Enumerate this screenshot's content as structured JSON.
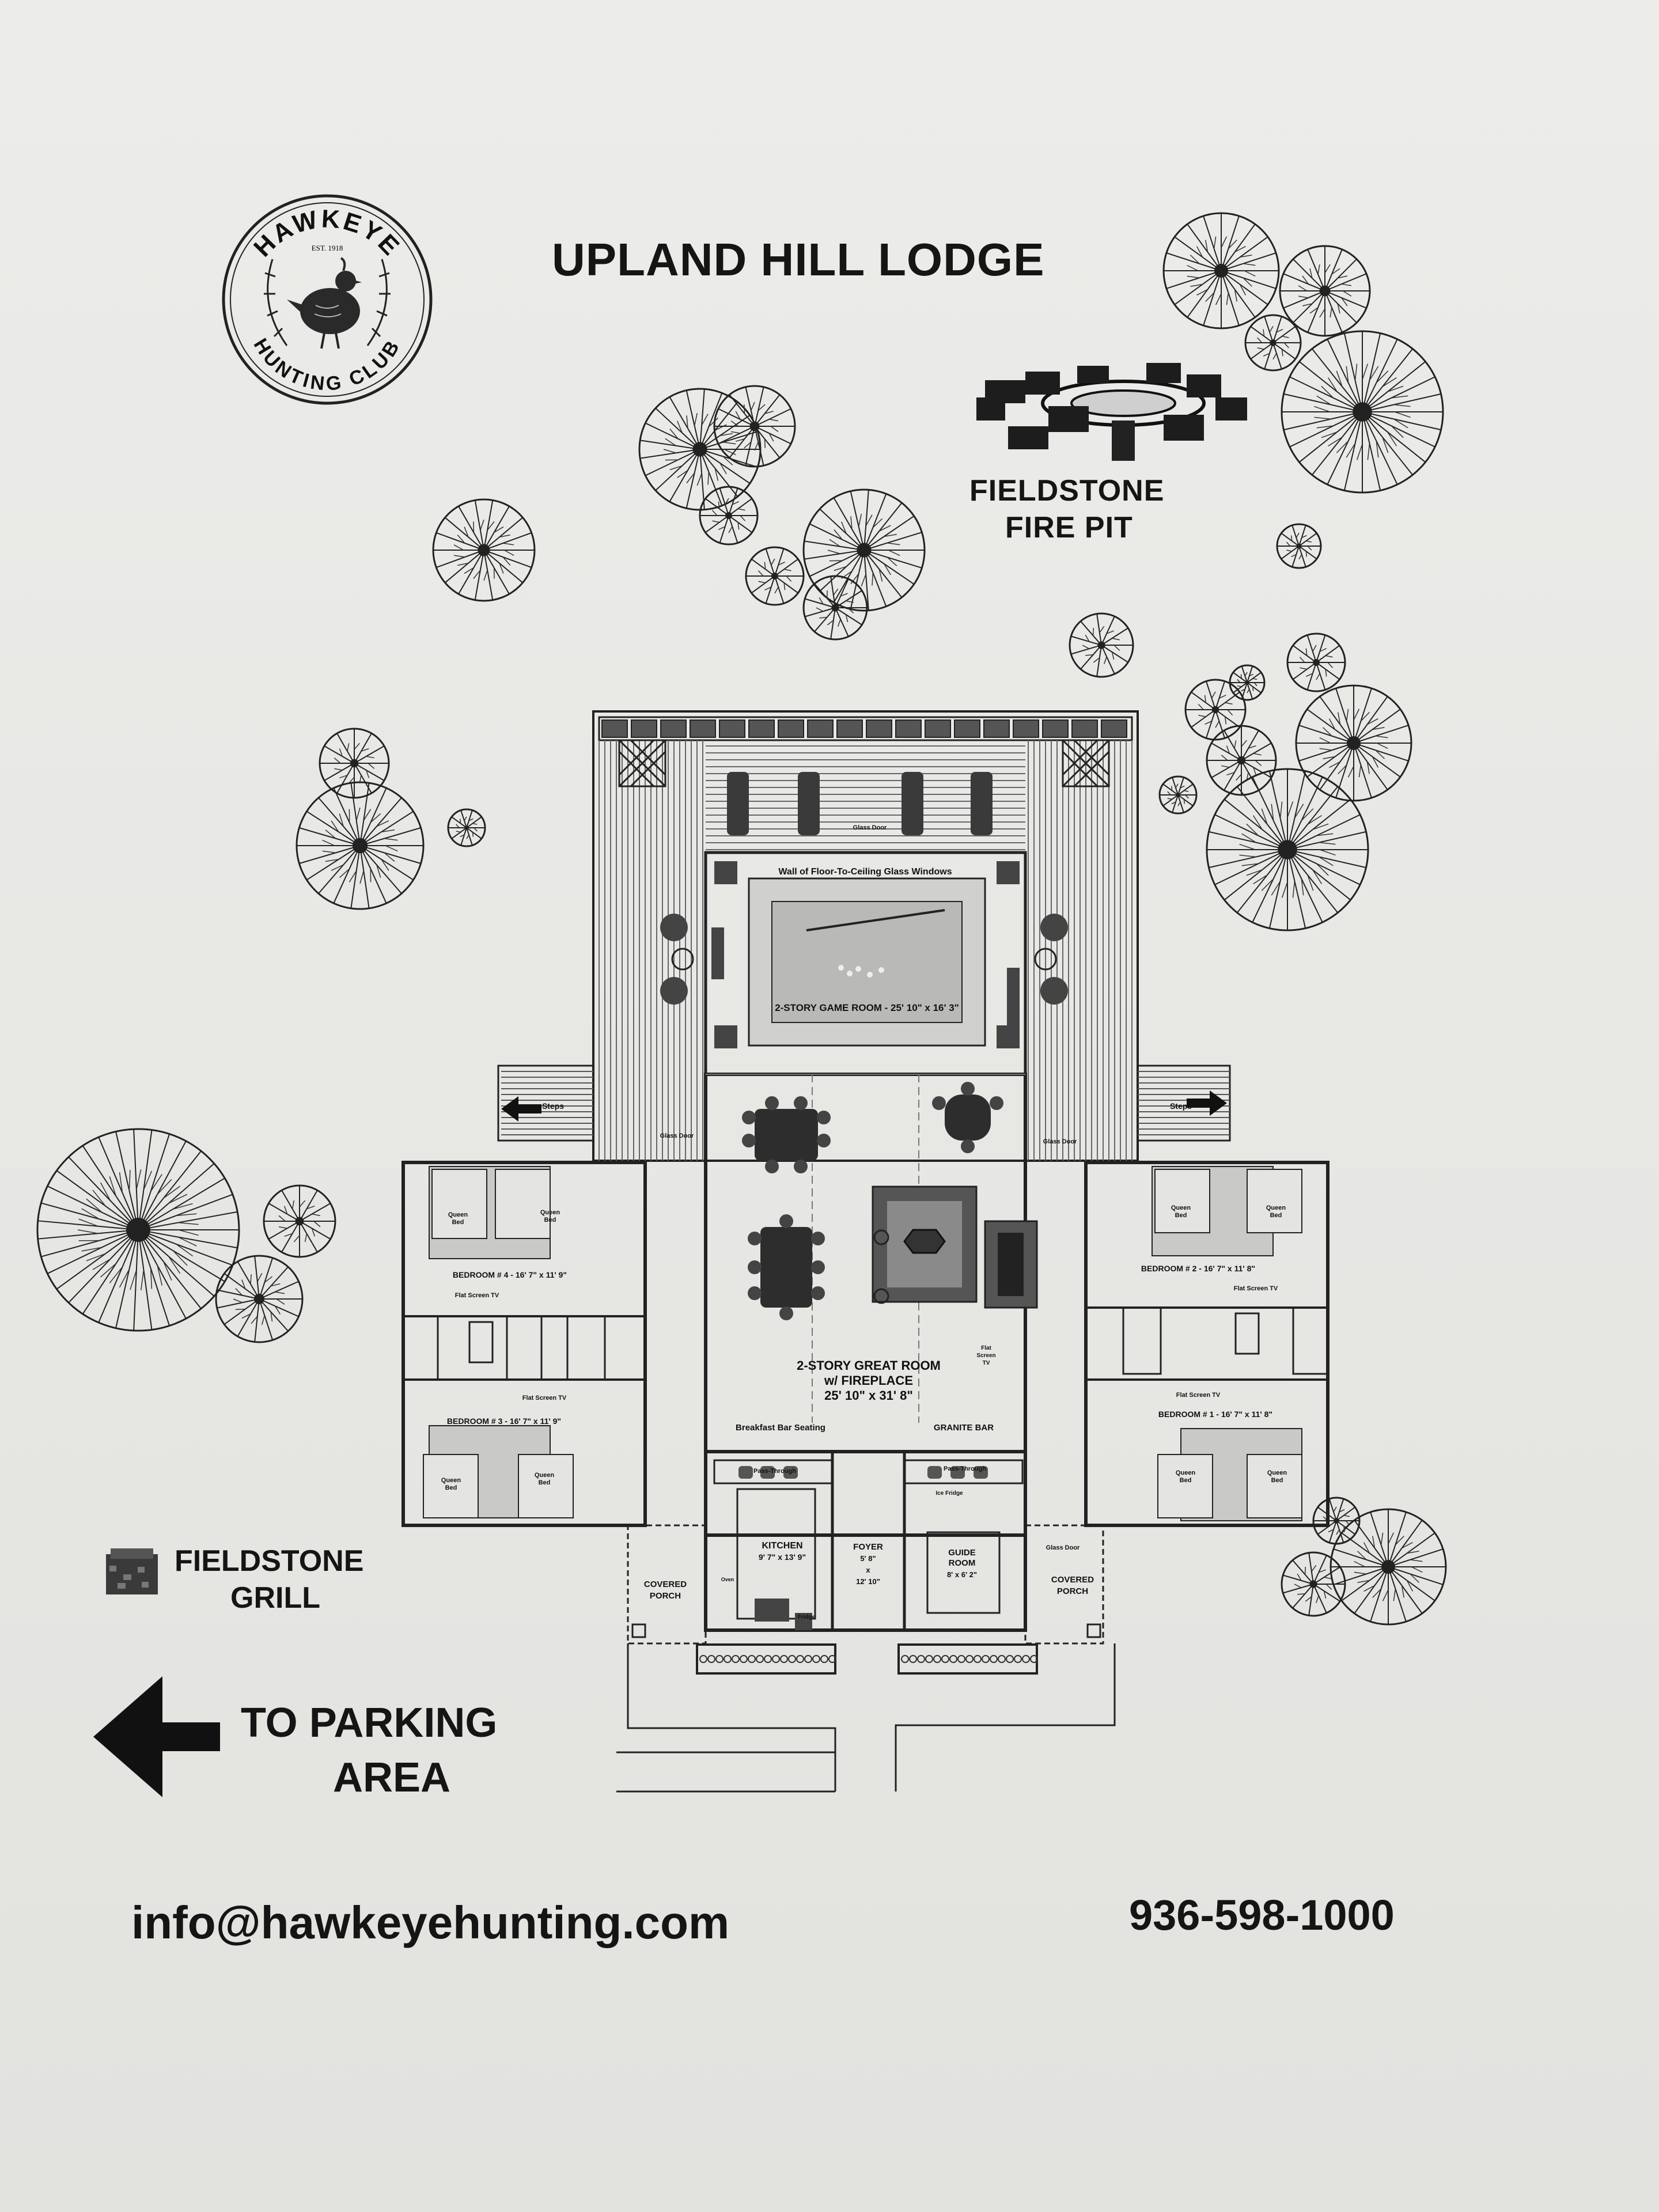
{
  "title": "UPLAND HILL LODGE",
  "logo": {
    "top": "HAWKEYE",
    "est": "EST. 1918",
    "bottom": "HUNTING CLUB",
    "icon": "quail-emblem"
  },
  "fire_pit": {
    "line1": "FIELDSTONE",
    "line2": "FIRE PIT",
    "icon": "patio-chairs-firepit"
  },
  "grill": {
    "line1": "FIELDSTONE",
    "line2": "GRILL",
    "icon": "grill-icon"
  },
  "parking": {
    "line1": "TO PARKING",
    "line2": "AREA",
    "icon": "left-arrow-icon"
  },
  "contact": {
    "email": "info@hawkeyehunting.com",
    "phone": "936-598-1000"
  },
  "plan": {
    "game_room": "2-STORY GAME ROOM - 25' 10\" x 16' 3\"",
    "windows": "Wall of Floor-To-Ceiling Glass Windows",
    "glass_door": "Glass Door",
    "steps": "Steps",
    "great_room_1": "2-STORY GREAT ROOM",
    "great_room_2": "w/ FIREPLACE",
    "great_room_3": "25' 10\" x 31' 8\"",
    "bedroom4": "BEDROOM # 4 - 16' 7\" x 11' 9\"",
    "bedroom3": "BEDROOM # 3 - 16' 7\" x 11' 9\"",
    "bedroom2": "BEDROOM # 2 - 16' 7\" x 11' 8\"",
    "bedroom1": "BEDROOM # 1 - 16' 7\" x 11' 8\"",
    "queen_bed_1": "Queen",
    "queen_bed_2": "Bed",
    "tv": "Flat Screen TV",
    "tv_short_1": "Flat",
    "tv_short_2": "Screen",
    "tv_short_3": "TV",
    "breakfast_bar": "Breakfast Bar Seating",
    "granite_bar": "GRANITE BAR",
    "pass_through": "Pass-Through",
    "ice_fridge": "Ice Fridge",
    "kitchen_1": "KITCHEN",
    "kitchen_2": "9' 7\" x 13' 9\"",
    "foyer_1": "FOYER",
    "foyer_2": "5' 8\"",
    "foyer_3": "x",
    "foyer_4": "12' 10\"",
    "guide_1": "GUIDE",
    "guide_2": "ROOM",
    "guide_3": "8' x 6' 2\"",
    "covered_1": "COVERED",
    "covered_2": "PORCH",
    "fridge": "Fridge",
    "oven": "Oven"
  }
}
